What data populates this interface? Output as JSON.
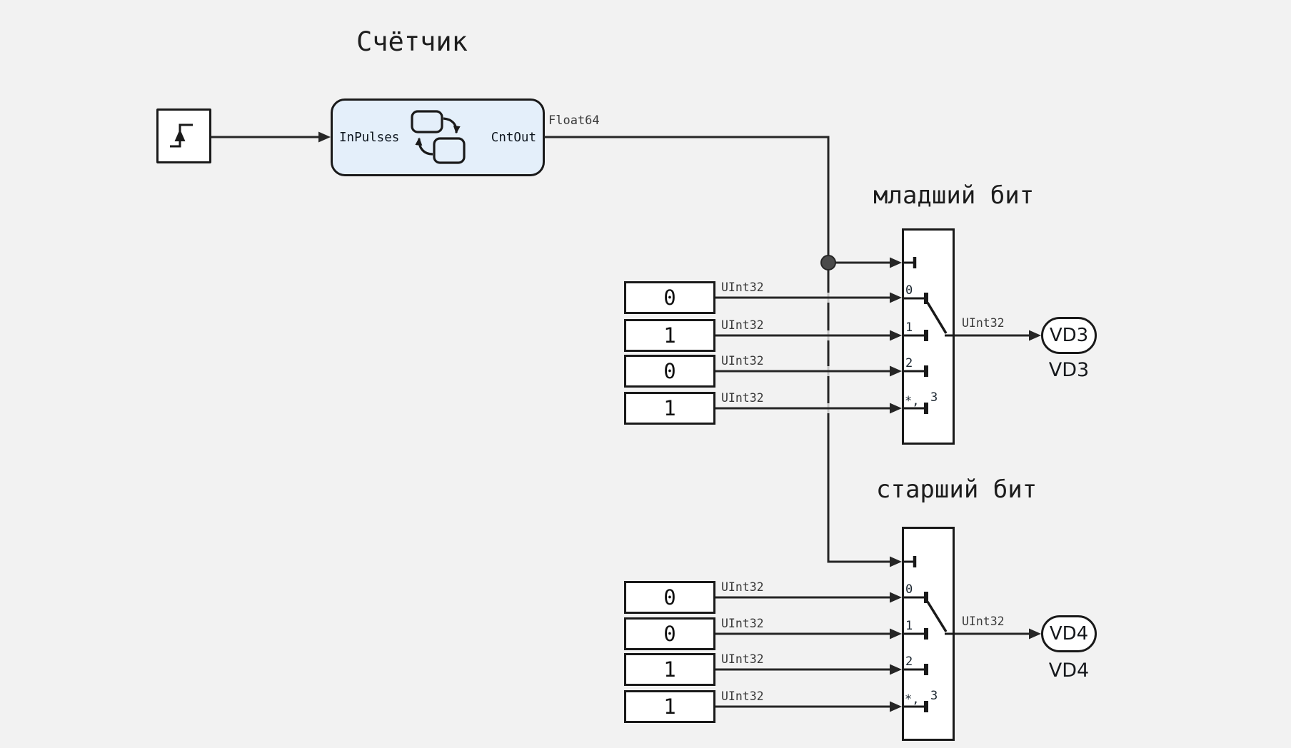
{
  "title": "Счётчик",
  "colors": {
    "background": "#f2f2f2",
    "block_fill": "#ffffff",
    "chart_fill": "#e4effa",
    "border": "#191919",
    "wire": "#262626",
    "crossing_ghost": "#c6c6c6",
    "junction_dot": "#4a4a4a"
  },
  "icons": {
    "source": "rising-edge-icon",
    "chart": "state-machine-icon"
  },
  "chart_block": {
    "input_port": "InPulses",
    "output_port": "CntOut",
    "output_type": "Float64"
  },
  "sections": [
    {
      "label": "младший бит",
      "constant_type": "UInt32",
      "constants": [
        "0",
        "1",
        "0",
        "1"
      ],
      "switch_ports": [
        "0",
        "1",
        "2"
      ],
      "switch_default": "*,",
      "switch_default_index": "3",
      "output_type": "UInt32",
      "output_name": "VD3",
      "output_caption": "VD3"
    },
    {
      "label": "старший бит",
      "constant_type": "UInt32",
      "constants": [
        "0",
        "0",
        "1",
        "1"
      ],
      "switch_ports": [
        "0",
        "1",
        "2"
      ],
      "switch_default": "*,",
      "switch_default_index": "3",
      "output_type": "UInt32",
      "output_name": "VD4",
      "output_caption": "VD4"
    }
  ]
}
